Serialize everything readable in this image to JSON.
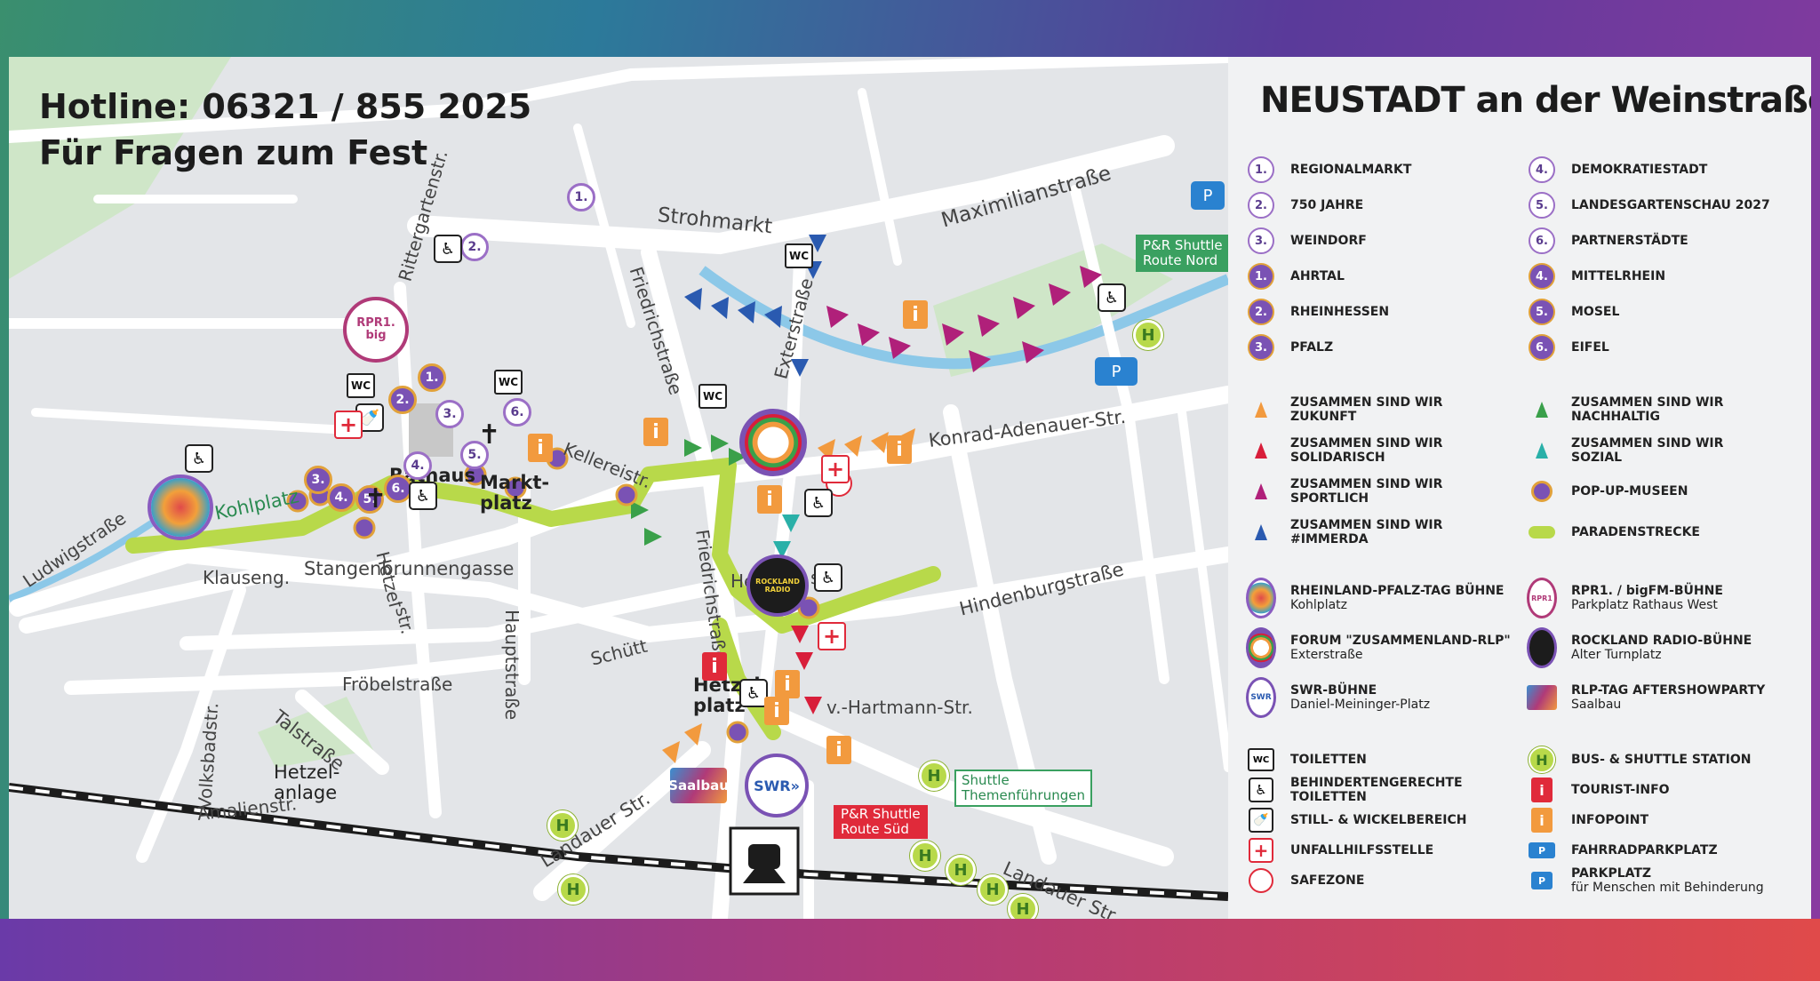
{
  "hotline": {
    "line1": "Hotline: 06321 / 855 2025",
    "line2": "Für Fragen zum Fest"
  },
  "map_title": "NEUSTADT an der Weinstraße",
  "streets": {
    "rittergartenstr": "Rittergartenstr.",
    "strohmarkt": "Strohmarkt",
    "maximilianstrasse": "Maximilianstraße",
    "friedrichstrasse_n": "Friedrichstraße",
    "exterstrasse": "Exterstraße",
    "kellereistr": "Kellereistr.",
    "konrad_adenauer": "Konrad-Adenauer-Str.",
    "kohlplatz": "Kohlplatz",
    "ludwigstrasse": "Ludwigstraße",
    "klauseng": "Klauseng.",
    "stangenbrunnengasse": "Stangenbrunnengasse",
    "hetzelstr_a": "Hetzel",
    "hetzelstr_b": "-str.",
    "hauptstrasse": "Hauptstraße",
    "friedrichstrasse_s": "Friedrichstraße",
    "heine": "Heine",
    "heine_st": "st",
    "hindenburgstrasse": "Hindenburgstraße",
    "schuett": "Schütt",
    "froebelstrasse": "Fröbelstraße",
    "talstrasse": "Talstraße",
    "v_hartmann": "v.-Hartmann-Str.",
    "volksbadstr": "Volksbadstr.",
    "amalienstr": "Amalienstr.",
    "landauer_w": "Landauer Str.",
    "landauer_e": "Landauer Str."
  },
  "places": {
    "rathaus": "Rathaus",
    "marktplatz": "Markt-\nplatz",
    "hetzelplatz": "Hetzel-\nplatz",
    "hetzelanlage": "Hetzel-\nanlage"
  },
  "map_labels": {
    "pr_nord": "P&R Shuttle\nRoute Nord",
    "pr_sued": "P&R Shuttle\nRoute Süd",
    "shuttle_themen": "Shuttle\nThemenführungen",
    "saalbau": "Saalbau",
    "swr": "SWR»",
    "rpr1": "RPR1.\nbig",
    "rockland": "ROCKLAND\nRADIO",
    "wc": "WC",
    "bus": "H",
    "info": "i",
    "aid": "+",
    "b1": "1.",
    "b2": "2.",
    "b3": "3.",
    "b4": "4.",
    "b5": "5.",
    "b6": "6.",
    "fahrrad": "P",
    "behindert_p": "P"
  },
  "legend": {
    "numbered": [
      {
        "num": "1.",
        "label": "REGIONALMARKT",
        "colored": false
      },
      {
        "num": "4.",
        "label": "DEMOKRATIESTADT",
        "colored": false
      },
      {
        "num": "2.",
        "label": "750 JAHRE",
        "colored": false
      },
      {
        "num": "5.",
        "label": "LANDESGARTENSCHAU 2027",
        "colored": false
      },
      {
        "num": "3.",
        "label": "WEINDORF",
        "colored": false
      },
      {
        "num": "6.",
        "label": "PARTNERSTÄDTE",
        "colored": false
      },
      {
        "num": "1.",
        "label": "AHRTAL",
        "colored": true
      },
      {
        "num": "4.",
        "label": "MITTELRHEIN",
        "colored": true
      },
      {
        "num": "2.",
        "label": "RHEINHESSEN",
        "colored": true
      },
      {
        "num": "5.",
        "label": "MOSEL",
        "colored": true
      },
      {
        "num": "3.",
        "label": "PFALZ",
        "colored": true
      },
      {
        "num": "6.",
        "label": "EIFEL",
        "colored": true
      }
    ],
    "themes": [
      {
        "label": "ZUSAMMEN SIND WIR\nZUKUNFT",
        "color": "#f29a3e"
      },
      {
        "label": "ZUSAMMEN SIND WIR\nNACHHALTIG",
        "color": "#3aa04a"
      },
      {
        "label": "ZUSAMMEN SIND WIR\nSOLIDARISCH",
        "color": "#d81e3a"
      },
      {
        "label": "ZUSAMMEN SIND WIR\nSOZIAL",
        "color": "#2ab0a8"
      },
      {
        "label": "ZUSAMMEN SIND WIR\nSPORTLICH",
        "color": "#b0207a"
      },
      {
        "label": "POP-UP-MUSEEN",
        "color": "#7a52b4"
      },
      {
        "label": "ZUSAMMEN SIND WIR\n#IMMERDA",
        "color": "#2a5ab0"
      },
      {
        "label": "PARADENSTRECKE",
        "color": "#b8d94a"
      }
    ],
    "stages": [
      {
        "label": "RHEINLAND-PFALZ-TAG BÜHNE",
        "sub": "Kohlplatz"
      },
      {
        "label": "RPR1. / bigFM-BÜHNE",
        "sub": "Parkplatz Rathaus West"
      },
      {
        "label": "FORUM \"ZUSAMMENLAND-RLP\"",
        "sub": "Exterstraße"
      },
      {
        "label": "ROCKLAND RADIO-BÜHNE",
        "sub": "Alter Turnplatz"
      },
      {
        "label": "SWR-BÜHNE",
        "sub": "Daniel-Meininger-Platz"
      },
      {
        "label": "RLP-TAG AFTERSHOWPARTY",
        "sub": "Saalbau"
      }
    ],
    "services": [
      {
        "label": "TOILETTEN",
        "icon": "wc"
      },
      {
        "label": "BUS- & SHUTTLE STATION",
        "icon": "bus"
      },
      {
        "label": "BEHINDERTENGERECHTE\nTOILETTEN",
        "icon": "acc"
      },
      {
        "label": "TOURIST-INFO",
        "icon": "info-r"
      },
      {
        "label": "STILL- & WICKELBEREICH",
        "icon": "baby"
      },
      {
        "label": "INFOPOINT",
        "icon": "info-o"
      },
      {
        "label": "UNFALLHILFSSTELLE",
        "icon": "aid"
      },
      {
        "label": "FAHRRADPARKPLATZ",
        "icon": "bike"
      },
      {
        "label": "SAFEZONE",
        "icon": "safe"
      },
      {
        "label": "PARKPLATZ",
        "sub": "für Menschen mit Behinderung",
        "icon": "accp"
      }
    ]
  }
}
